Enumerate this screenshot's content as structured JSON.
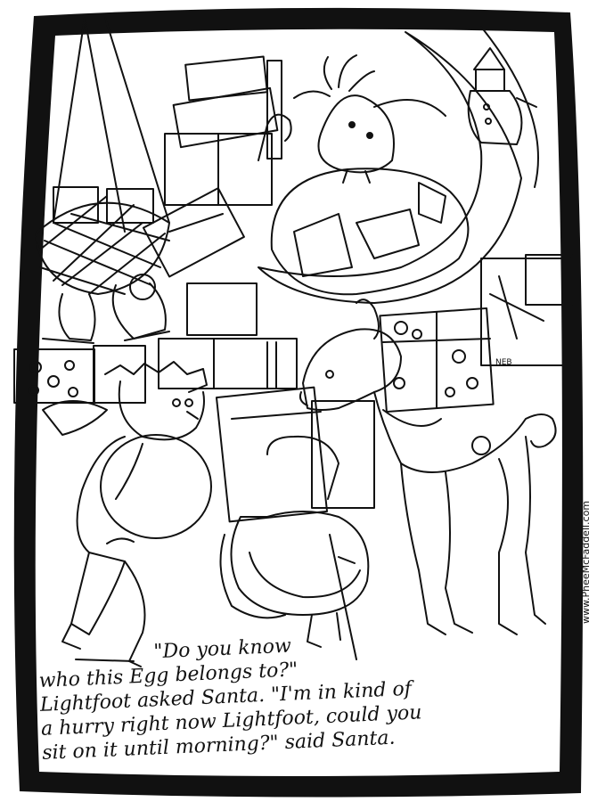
{
  "caption": {
    "line1": "\"Do you know",
    "line2": "who this Egg belongs to?\"",
    "line3": "Lightfoot asked Santa. \"I'm in kind of",
    "line4": "a hurry right now Lightfoot, could you",
    "line5": "sit on it until morning?\" said Santa."
  },
  "credit": "www.PheeMcFaddell.com",
  "signature": "NEB"
}
